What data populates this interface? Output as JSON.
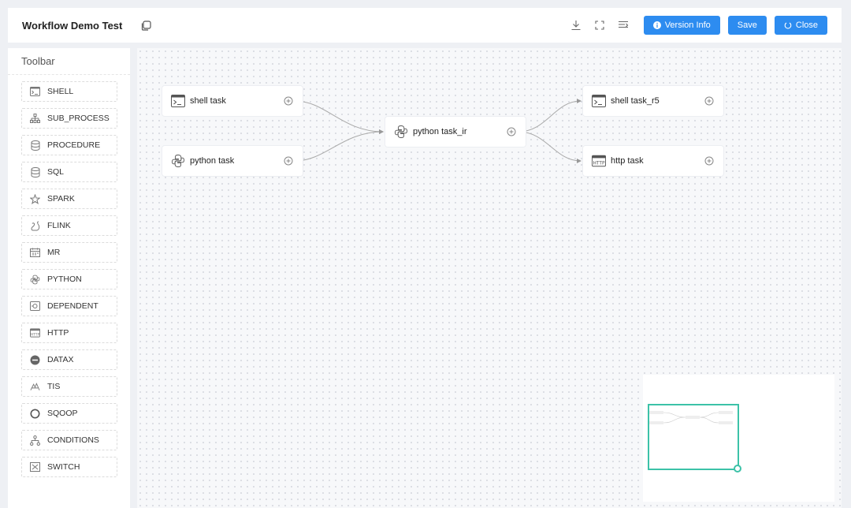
{
  "header": {
    "title": "Workflow Demo Test",
    "version_label": "Version Info",
    "save_label": "Save",
    "close_label": "Close"
  },
  "sidebar": {
    "title": "Toolbar",
    "items": [
      {
        "label": "SHELL",
        "icon": "terminal-icon"
      },
      {
        "label": "SUB_PROCESS",
        "icon": "sitemap-icon"
      },
      {
        "label": "PROCEDURE",
        "icon": "database-icon"
      },
      {
        "label": "SQL",
        "icon": "database-icon"
      },
      {
        "label": "SPARK",
        "icon": "star-icon"
      },
      {
        "label": "FLINK",
        "icon": "squirrel-icon"
      },
      {
        "label": "MR",
        "icon": "calendar-icon"
      },
      {
        "label": "PYTHON",
        "icon": "python-icon"
      },
      {
        "label": "DEPENDENT",
        "icon": "dependent-icon"
      },
      {
        "label": "HTTP",
        "icon": "http-icon"
      },
      {
        "label": "DATAX",
        "icon": "datax-icon"
      },
      {
        "label": "TIS",
        "icon": "tis-icon"
      },
      {
        "label": "SQOOP",
        "icon": "circle-icon"
      },
      {
        "label": "CONDITIONS",
        "icon": "conditions-icon"
      },
      {
        "label": "SWITCH",
        "icon": "switch-icon"
      }
    ]
  },
  "nodes": [
    {
      "label": "shell task",
      "icon": "terminal-icon"
    },
    {
      "label": "python task",
      "icon": "python-icon"
    },
    {
      "label": "python task_ir",
      "icon": "python-icon"
    },
    {
      "label": "shell task_r5",
      "icon": "terminal-icon"
    },
    {
      "label": "http task",
      "icon": "http-icon"
    }
  ],
  "colors": {
    "primary": "#2d8cf0",
    "minimap_viewport": "#3cc2a8",
    "canvas_bg": "#f7f8fa"
  }
}
